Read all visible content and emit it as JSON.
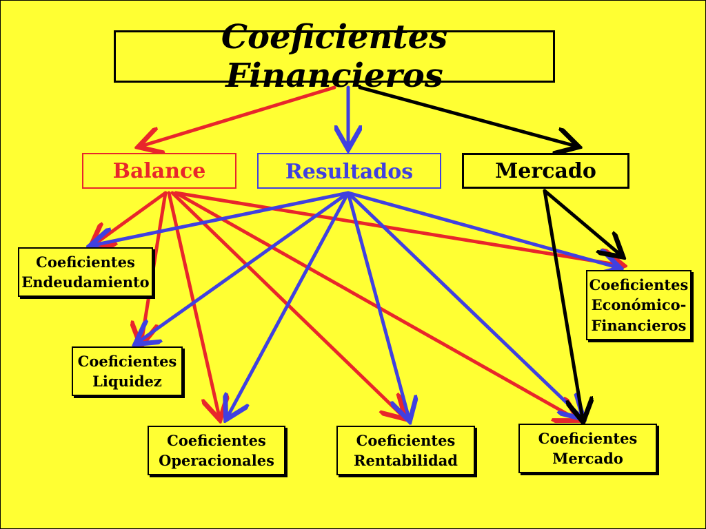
{
  "title": "Coeficientes Financieros",
  "categories": {
    "balance": "Balance",
    "resultados": "Resultados",
    "mercado": "Mercado"
  },
  "leaves": {
    "endeudamiento": [
      "Coeficientes",
      "Endeudamiento"
    ],
    "liquidez": [
      "Coeficientes",
      "Liquidez"
    ],
    "operacionales": [
      "Coeficientes",
      "Operacionales"
    ],
    "rentabilidad": [
      "Coeficientes",
      "Rentabilidad"
    ],
    "mercado": [
      "Coeficientes",
      "Mercado"
    ],
    "economico": [
      "Coeficientes",
      "Económico-",
      "Financieros"
    ]
  },
  "colors": {
    "background": "#FFFF33",
    "balance": "#E8262B",
    "resultados": "#4040E0",
    "mercado": "#000000"
  }
}
